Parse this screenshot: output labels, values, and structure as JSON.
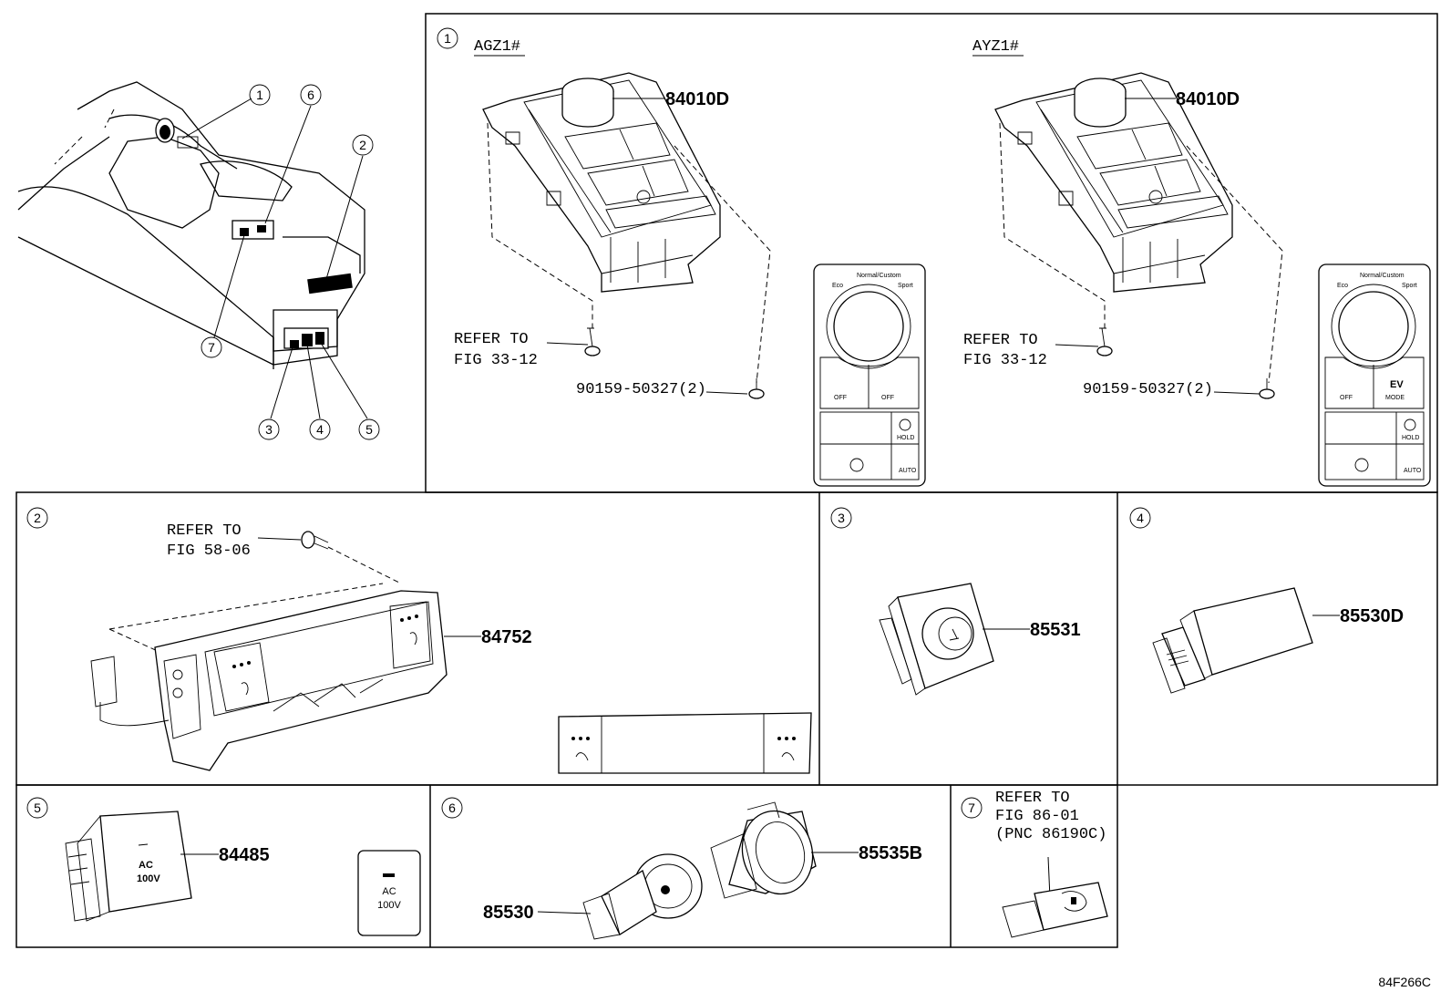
{
  "overview": {
    "callouts": [
      "1",
      "6",
      "2",
      "7",
      "3",
      "4",
      "5"
    ]
  },
  "panel1": {
    "index": "1",
    "variant_left": "AGZ1#",
    "variant_right": "AYZ1#",
    "part_left": "84010D",
    "part_right": "84010D",
    "refer_left_line1": "REFER TO",
    "refer_left_line2": "FIG 33-12",
    "refer_right_line1": "REFER TO",
    "refer_right_line2": "FIG 33-12",
    "bolt_left": "90159-50327(2)",
    "bolt_right": "90159-50327(2)",
    "detail_left": {
      "dial_left": "Eco",
      "dial_mid": "Normal/Custom",
      "dial_right": "Sport",
      "btn1": "OFF",
      "btn2": "OFF",
      "btn3": "HOLD",
      "btn4": "AUTO"
    },
    "detail_right": {
      "dial_left": "Eco",
      "dial_mid": "Normal/Custom",
      "dial_right": "Sport",
      "btn1": "OFF",
      "btn2_top": "EV",
      "btn2": "MODE",
      "btn3": "HOLD",
      "btn4": "AUTO"
    }
  },
  "panel2": {
    "index": "2",
    "refer_line1": "REFER TO",
    "refer_line2": "FIG 58-06",
    "part": "84752"
  },
  "panel3": {
    "index": "3",
    "part": "85531"
  },
  "panel4": {
    "index": "4",
    "part": "85530D"
  },
  "panel5": {
    "index": "5",
    "part": "84485",
    "label_ac": "AC",
    "label_volt": "100V"
  },
  "panel6": {
    "index": "6",
    "part_a": "85535B",
    "part_b": "85530"
  },
  "panel7": {
    "index": "7",
    "refer_line1": "REFER TO",
    "refer_line2": "FIG 86-01",
    "refer_line3": "(PNC 86190C)"
  },
  "figure_code": "84F266C"
}
